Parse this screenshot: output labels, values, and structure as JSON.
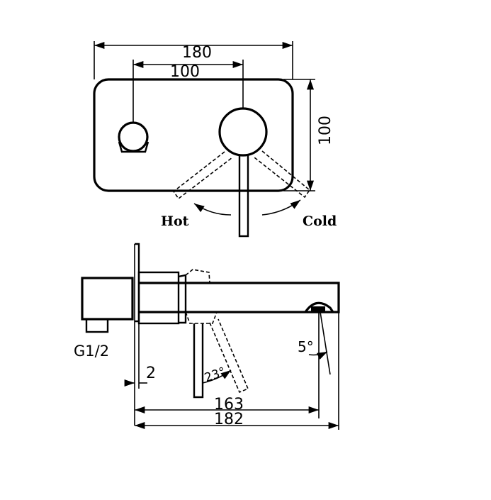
{
  "top_view": {
    "dim_overall_width": "180",
    "dim_center_distance": "100",
    "dim_height": "100",
    "label_hot": "Hot",
    "label_cold": "Cold"
  },
  "side_view": {
    "label_thread": "G1/2",
    "dim_wall_offset": "2",
    "dim_spout_angle": "5°",
    "dim_handle_angle": "23°",
    "dim_spout_reach": "163",
    "dim_overall_length": "182"
  }
}
